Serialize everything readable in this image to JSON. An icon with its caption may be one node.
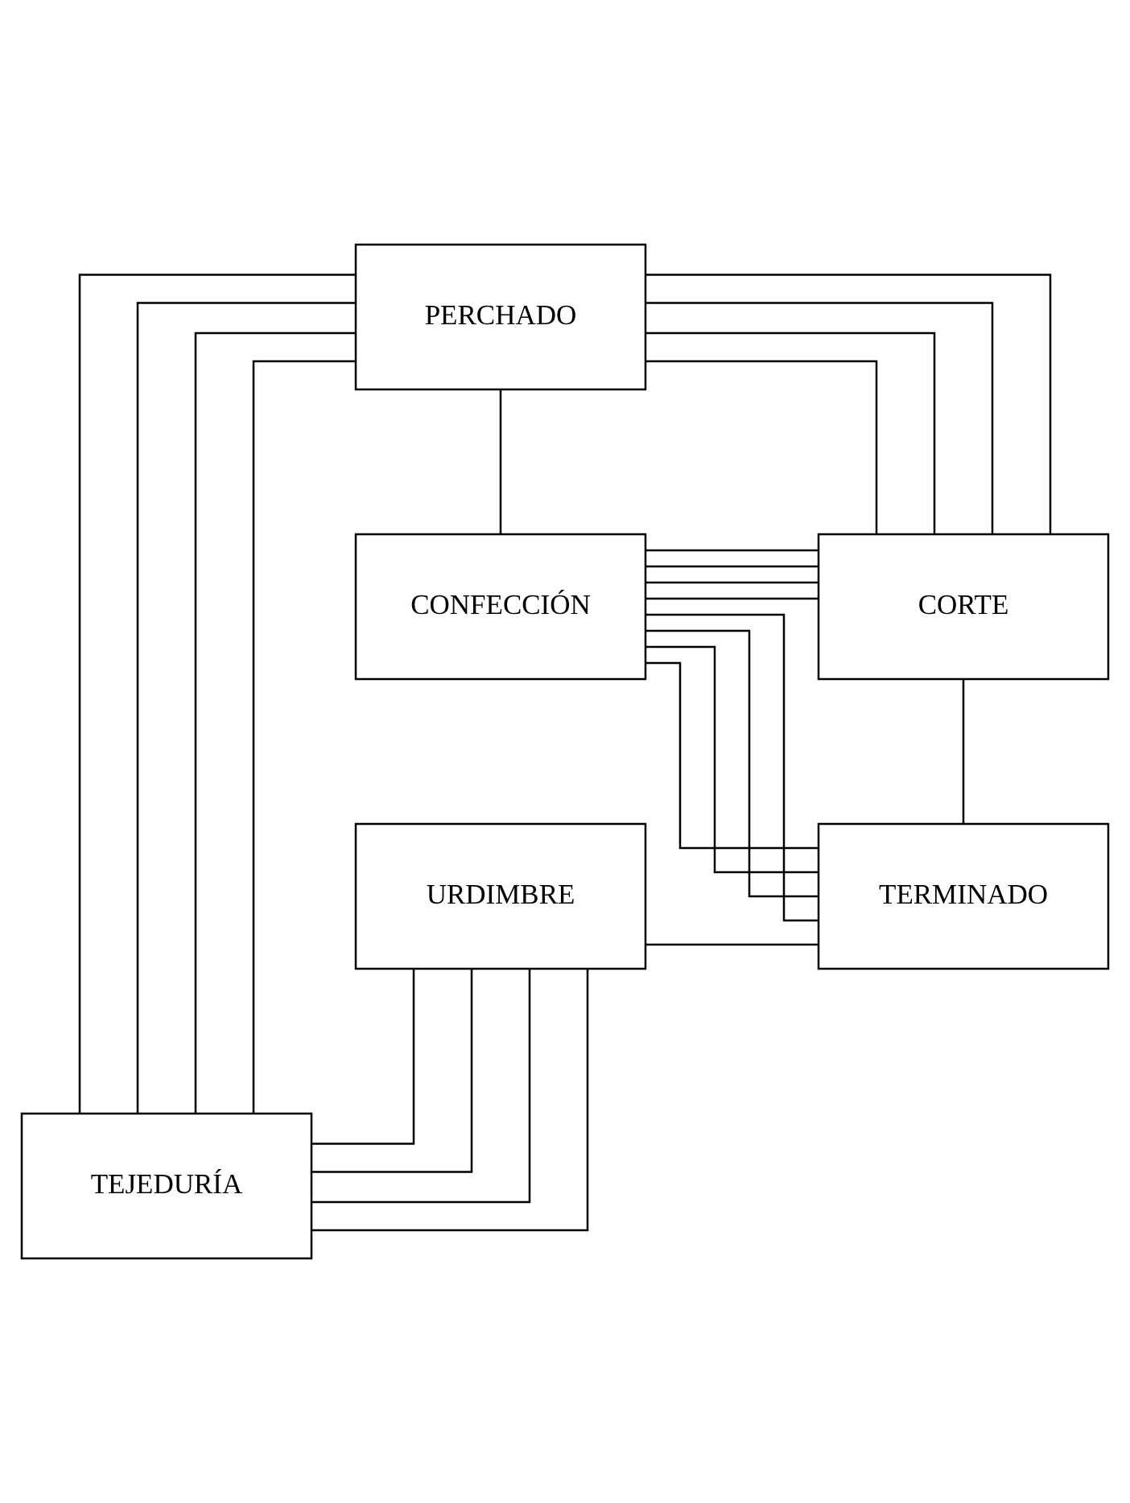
{
  "diagram": {
    "nodes": [
      {
        "text": [
          "PERCHADO"
        ]
      },
      {
        "text": [
          "CONFECCIÓN"
        ]
      },
      {
        "text": [
          "CORTE"
        ]
      },
      {
        "text": [
          "URDIMBRE"
        ]
      },
      {
        "text": [
          "TERMINADO"
        ]
      },
      {
        "text": [
          "TEJEDURÍA"
        ]
      }
    ],
    "edges": [
      {
        "from": 0,
        "to": 5,
        "arrow": "none"
      },
      {
        "from": 0,
        "to": 5,
        "arrow": "none"
      },
      {
        "from": 0,
        "to": 5,
        "arrow": "none"
      },
      {
        "from": 0,
        "to": 5,
        "arrow": "none"
      },
      {
        "from": 0,
        "to": 2,
        "arrow": "none"
      },
      {
        "from": 0,
        "to": 2,
        "arrow": "none"
      },
      {
        "from": 0,
        "to": 2,
        "arrow": "none"
      },
      {
        "from": 0,
        "to": 2,
        "arrow": "none"
      },
      {
        "from": 0,
        "to": 1,
        "arrow": "none"
      },
      {
        "from": 1,
        "to": 2,
        "arrow": "none"
      },
      {
        "from": 1,
        "to": 2,
        "arrow": "none"
      },
      {
        "from": 1,
        "to": 2,
        "arrow": "none"
      },
      {
        "from": 1,
        "to": 2,
        "arrow": "none"
      },
      {
        "from": 1,
        "to": 4,
        "arrow": "none"
      },
      {
        "from": 1,
        "to": 4,
        "arrow": "none"
      },
      {
        "from": 1,
        "to": 4,
        "arrow": "none"
      },
      {
        "from": 1,
        "to": 4,
        "arrow": "none"
      },
      {
        "from": 2,
        "to": 4,
        "arrow": "none"
      },
      {
        "from": 3,
        "to": 4,
        "arrow": "none"
      },
      {
        "from": 3,
        "to": 5,
        "arrow": "none"
      },
      {
        "from": 3,
        "to": 5,
        "arrow": "none"
      },
      {
        "from": 3,
        "to": 5,
        "arrow": "none"
      },
      {
        "from": 3,
        "to": 5,
        "arrow": "none"
      }
    ]
  }
}
